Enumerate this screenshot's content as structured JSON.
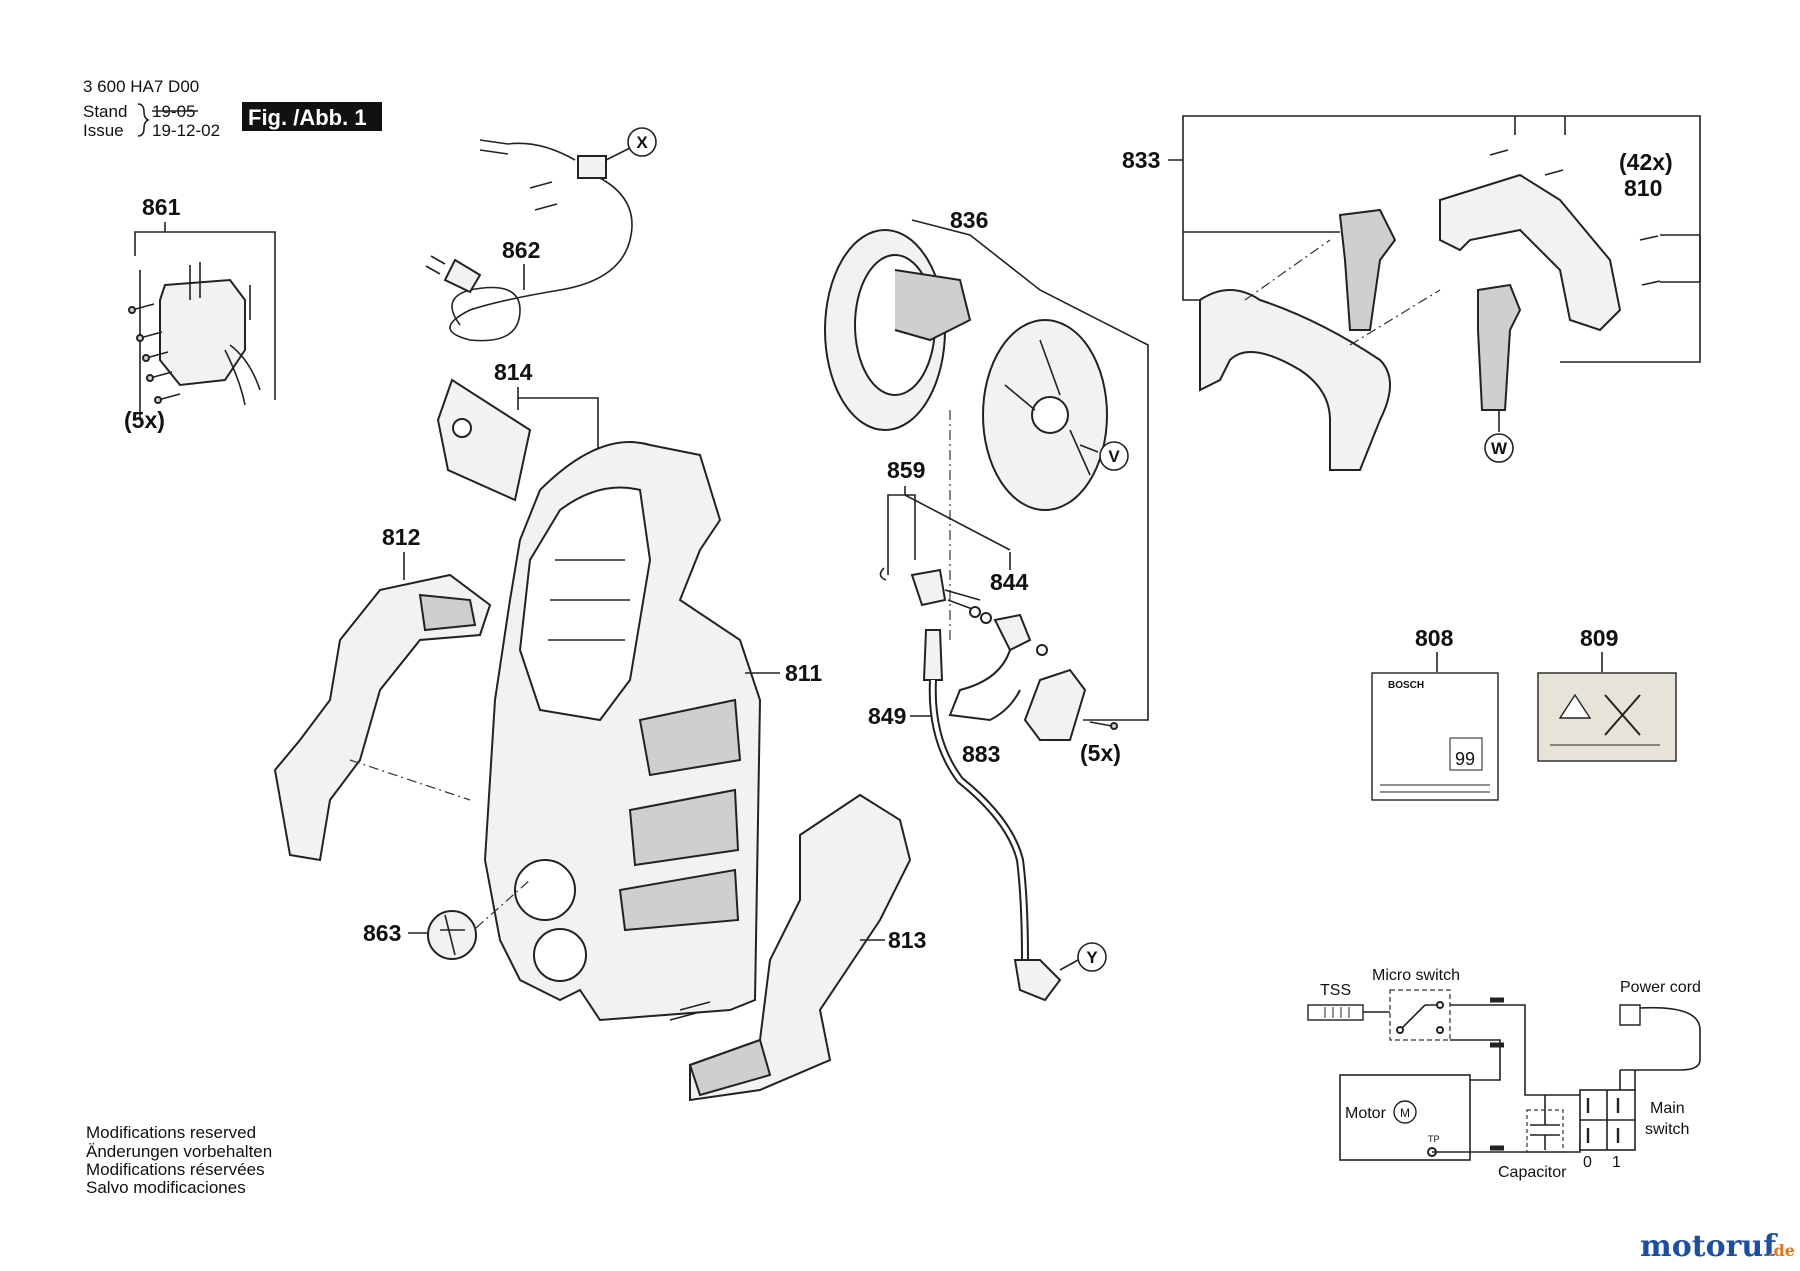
{
  "header": {
    "doc_number": "3 600 HA7 D00",
    "stand_label": "Stand",
    "issue_label": "Issue",
    "stand_value": "19-05",
    "issue_value": "19-12-02",
    "fig_label": "Fig. /Abb. 1"
  },
  "parts": {
    "p861": "861",
    "p862": "862",
    "p814": "814",
    "p812": "812",
    "p811": "811",
    "p863": "863",
    "p813": "813",
    "p836": "836",
    "p859": "859",
    "p844": "844",
    "p849": "849",
    "p883": "883",
    "p833": "833",
    "p810": "810",
    "p808": "808",
    "p809": "809"
  },
  "quantities": {
    "q861": "(5x)",
    "q883": "(5x)",
    "q810": "(42x)"
  },
  "markers": {
    "x": "X",
    "v": "V",
    "w": "W",
    "y": "Y"
  },
  "label_text": {
    "brand": "BOSCH",
    "rating": "99"
  },
  "wiring": {
    "tss": "TSS",
    "micro_switch": "Micro switch",
    "power_cord": "Power cord",
    "motor": "Motor",
    "motor_symbol": "M",
    "tp": "TP",
    "main": "Main",
    "switch": "switch",
    "capacitor": "Capacitor",
    "pos0": "0",
    "pos1": "1"
  },
  "footer": {
    "lines": [
      "Modifications reserved",
      "Änderungen vorbehalten",
      "Modifications réservées",
      "Salvo modificaciones"
    ]
  },
  "watermark": {
    "part1": "motoruf",
    "part2": ".de",
    "color1": "#1c4f9c",
    "color2": "#e0731c"
  }
}
